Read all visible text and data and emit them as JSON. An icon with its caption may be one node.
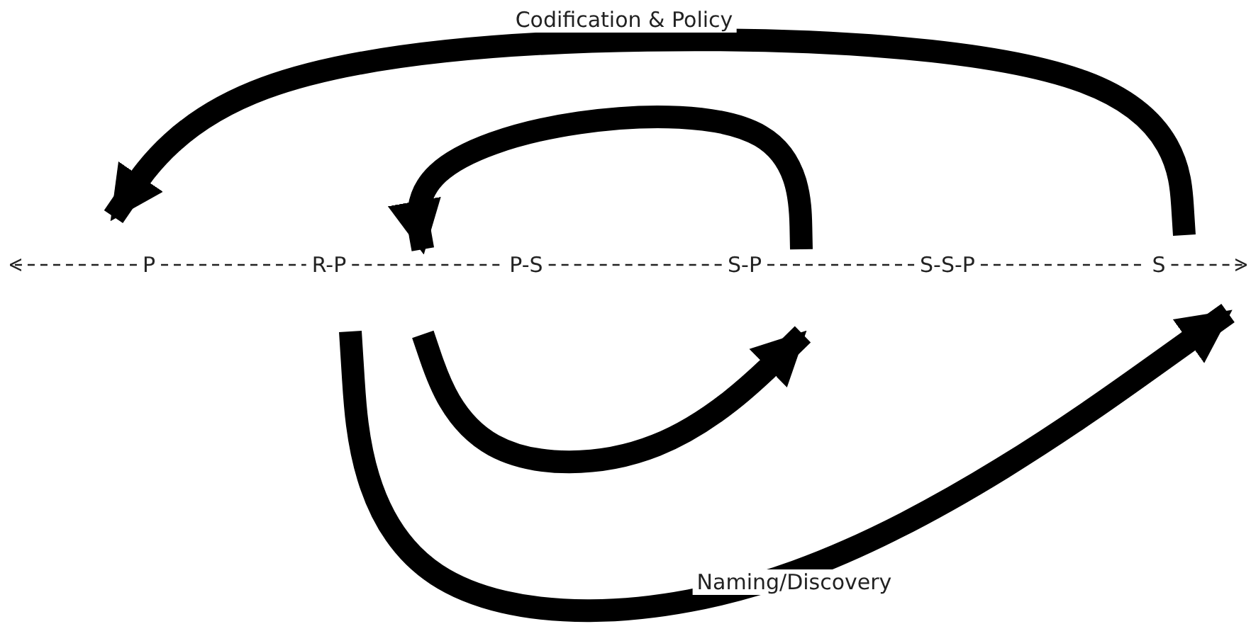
{
  "diagram": {
    "nodes": [
      {
        "text": [
          "P"
        ]
      },
      {
        "text": [
          "R-P"
        ]
      },
      {
        "text": [
          "P-S"
        ]
      },
      {
        "text": [
          "S-P"
        ]
      },
      {
        "text": [
          "S-S-P"
        ]
      },
      {
        "text": [
          "S"
        ]
      }
    ],
    "edges": [
      {
        "from": 0,
        "to": null,
        "arrow": "to",
        "style": "dashed"
      },
      {
        "from": 0,
        "to": 1,
        "arrow": "none",
        "style": "dashed"
      },
      {
        "from": 1,
        "to": 2,
        "arrow": "none",
        "style": "dashed"
      },
      {
        "from": 2,
        "to": 3,
        "arrow": "none",
        "style": "dashed"
      },
      {
        "from": 3,
        "to": 4,
        "arrow": "none",
        "style": "dashed"
      },
      {
        "from": 4,
        "to": 5,
        "arrow": "none",
        "style": "dashed"
      },
      {
        "from": 5,
        "to": null,
        "arrow": "to",
        "style": "dashed"
      },
      {
        "from": 5,
        "to": 0,
        "arrow": "to",
        "style": "thick",
        "label": "Codification & Policy"
      },
      {
        "from": 3,
        "to": 1,
        "arrow": "to",
        "style": "thick"
      },
      {
        "from": 1,
        "to": 3,
        "arrow": "to",
        "style": "thick"
      },
      {
        "from": 1,
        "to": 5,
        "arrow": "to",
        "style": "thick",
        "label": "Naming/Discovery"
      }
    ]
  }
}
